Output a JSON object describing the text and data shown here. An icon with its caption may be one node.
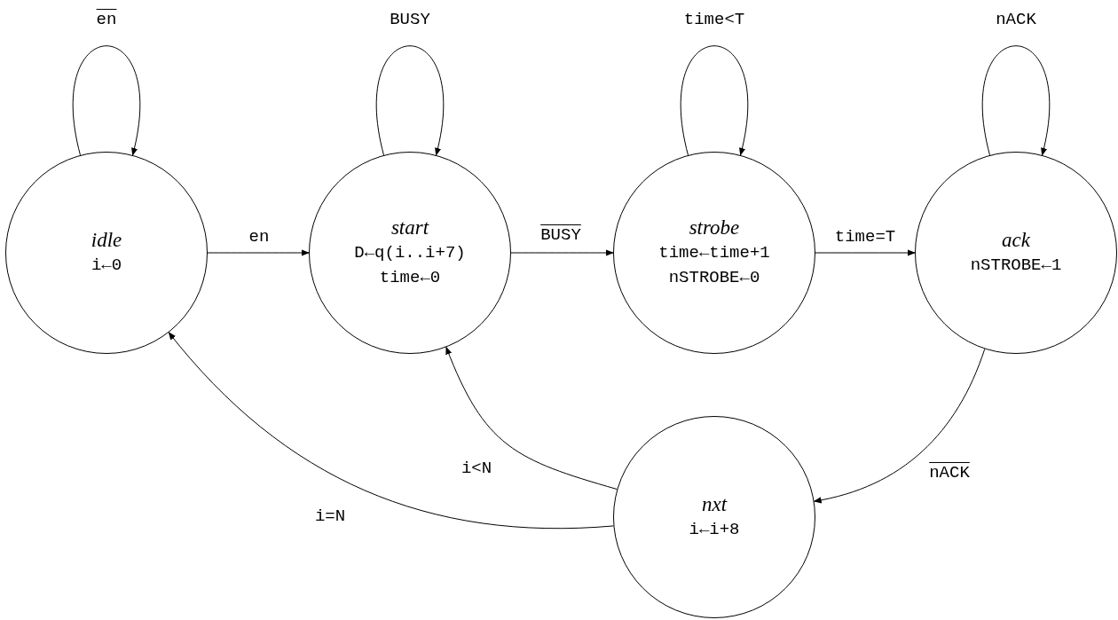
{
  "diagram": {
    "nodes": [
      {
        "text": [
          "idle",
          "i←0"
        ]
      },
      {
        "text": [
          "start",
          "D←q(i..i+7)",
          "time←0"
        ]
      },
      {
        "text": [
          "strobe",
          "time←time+1",
          "nSTROBE←0"
        ]
      },
      {
        "text": [
          "ack",
          "nSTROBE←1"
        ]
      },
      {
        "text": [
          "nxt",
          "i←i+8"
        ]
      }
    ],
    "edges": [
      {
        "from": 0,
        "to": 0,
        "arrow": "to",
        "label": "en"
      },
      {
        "from": 0,
        "to": 1,
        "arrow": "to",
        "label": "en"
      },
      {
        "from": 1,
        "to": 1,
        "arrow": "to",
        "label": "BUSY"
      },
      {
        "from": 1,
        "to": 2,
        "arrow": "to",
        "label": "BUSY"
      },
      {
        "from": 2,
        "to": 2,
        "arrow": "to",
        "label": "time<T"
      },
      {
        "from": 2,
        "to": 3,
        "arrow": "to",
        "label": "time=T"
      },
      {
        "from": 3,
        "to": 3,
        "arrow": "to",
        "label": "nACK"
      },
      {
        "from": 3,
        "to": 4,
        "arrow": "to",
        "label": "nACK"
      },
      {
        "from": 4,
        "to": 1,
        "arrow": "to",
        "label": "i<N"
      },
      {
        "from": 4,
        "to": 0,
        "arrow": "to",
        "label": "i=N"
      }
    ]
  }
}
